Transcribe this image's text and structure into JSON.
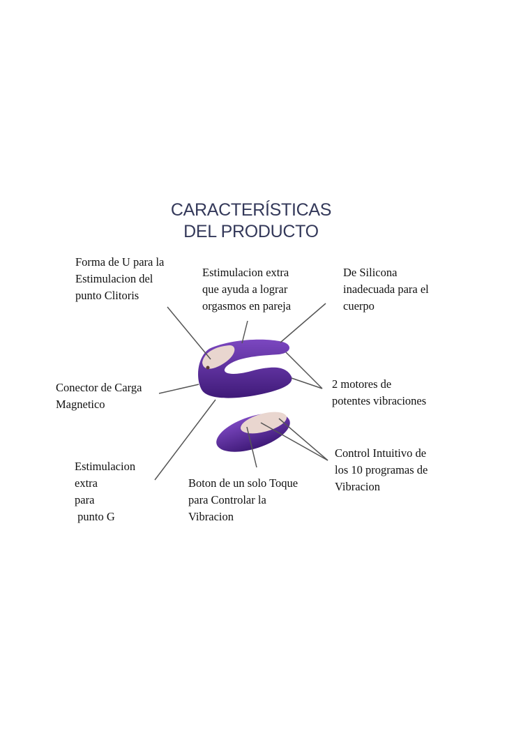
{
  "title": {
    "line1": "CARACTERÍSTICAS",
    "line2": "DEL PRODUCTO"
  },
  "labels": {
    "u_shape": "Forma de U para la\nEstimulacion del\npunto Clitoris",
    "extra_stim": "Estimulacion extra\nque ayuda a lograr\norgasmos en pareja",
    "silicone": "De Silicona\ninadecuada para el\ncuerpo",
    "charger": "Conector de Carga\nMagnetico",
    "motors": "2 motores de\npotentes vibraciones",
    "control": "Control Intuitivo de\nlos 10 programas de\nVibracion",
    "g_spot": "Estimulacion\nextra\npara\n punto G",
    "button": "Boton de un solo Toque\npara Controlar la\nVibracion"
  },
  "colors": {
    "title": "#34395a",
    "device": "#5a2a9a",
    "device_dark": "#3f1a78",
    "pad": "#e9d6cf",
    "leader": "#555555"
  }
}
